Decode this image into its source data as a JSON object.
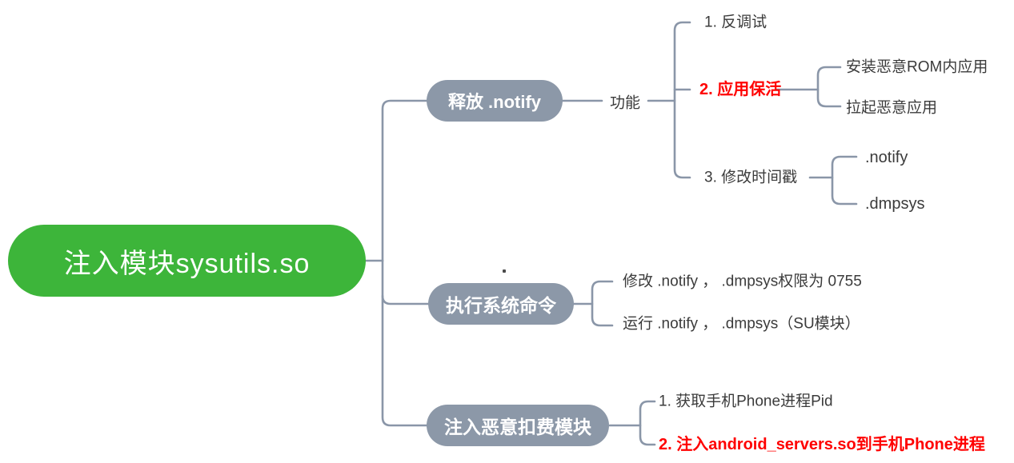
{
  "colors": {
    "root_green": "#3DB53A",
    "branch_gray": "#8C98A8",
    "line_gray": "#8A96A8",
    "text_dark": "#3B3B3B",
    "highlight_red": "#FF0000"
  },
  "mindmap": {
    "root": "注入模块sysutils.so",
    "b1": {
      "title": "释放 .notify",
      "relay": "功能",
      "items": [
        {
          "label": "1. 反调试"
        },
        {
          "label": "2. 应用保活"
        },
        {
          "label": "3. 修改时间戳"
        }
      ],
      "keepalive_children": [
        {
          "label": "安装恶意ROM内应用"
        },
        {
          "label": "拉起恶意应用"
        }
      ],
      "timestamp_children": [
        {
          "label": ".notify"
        },
        {
          "label": ".dmpsys"
        }
      ]
    },
    "b2": {
      "title": "执行系统命令",
      "items": [
        {
          "label": "修改 .notify ， .dmpsys权限为 0755"
        },
        {
          "label": "运行 .notify ， .dmpsys（SU模块）"
        }
      ]
    },
    "b3": {
      "title": "注入恶意扣费模块",
      "items": [
        {
          "label": "1. 获取手机Phone进程Pid"
        },
        {
          "label": "2. 注入android_servers.so到手机Phone进程"
        }
      ]
    }
  }
}
